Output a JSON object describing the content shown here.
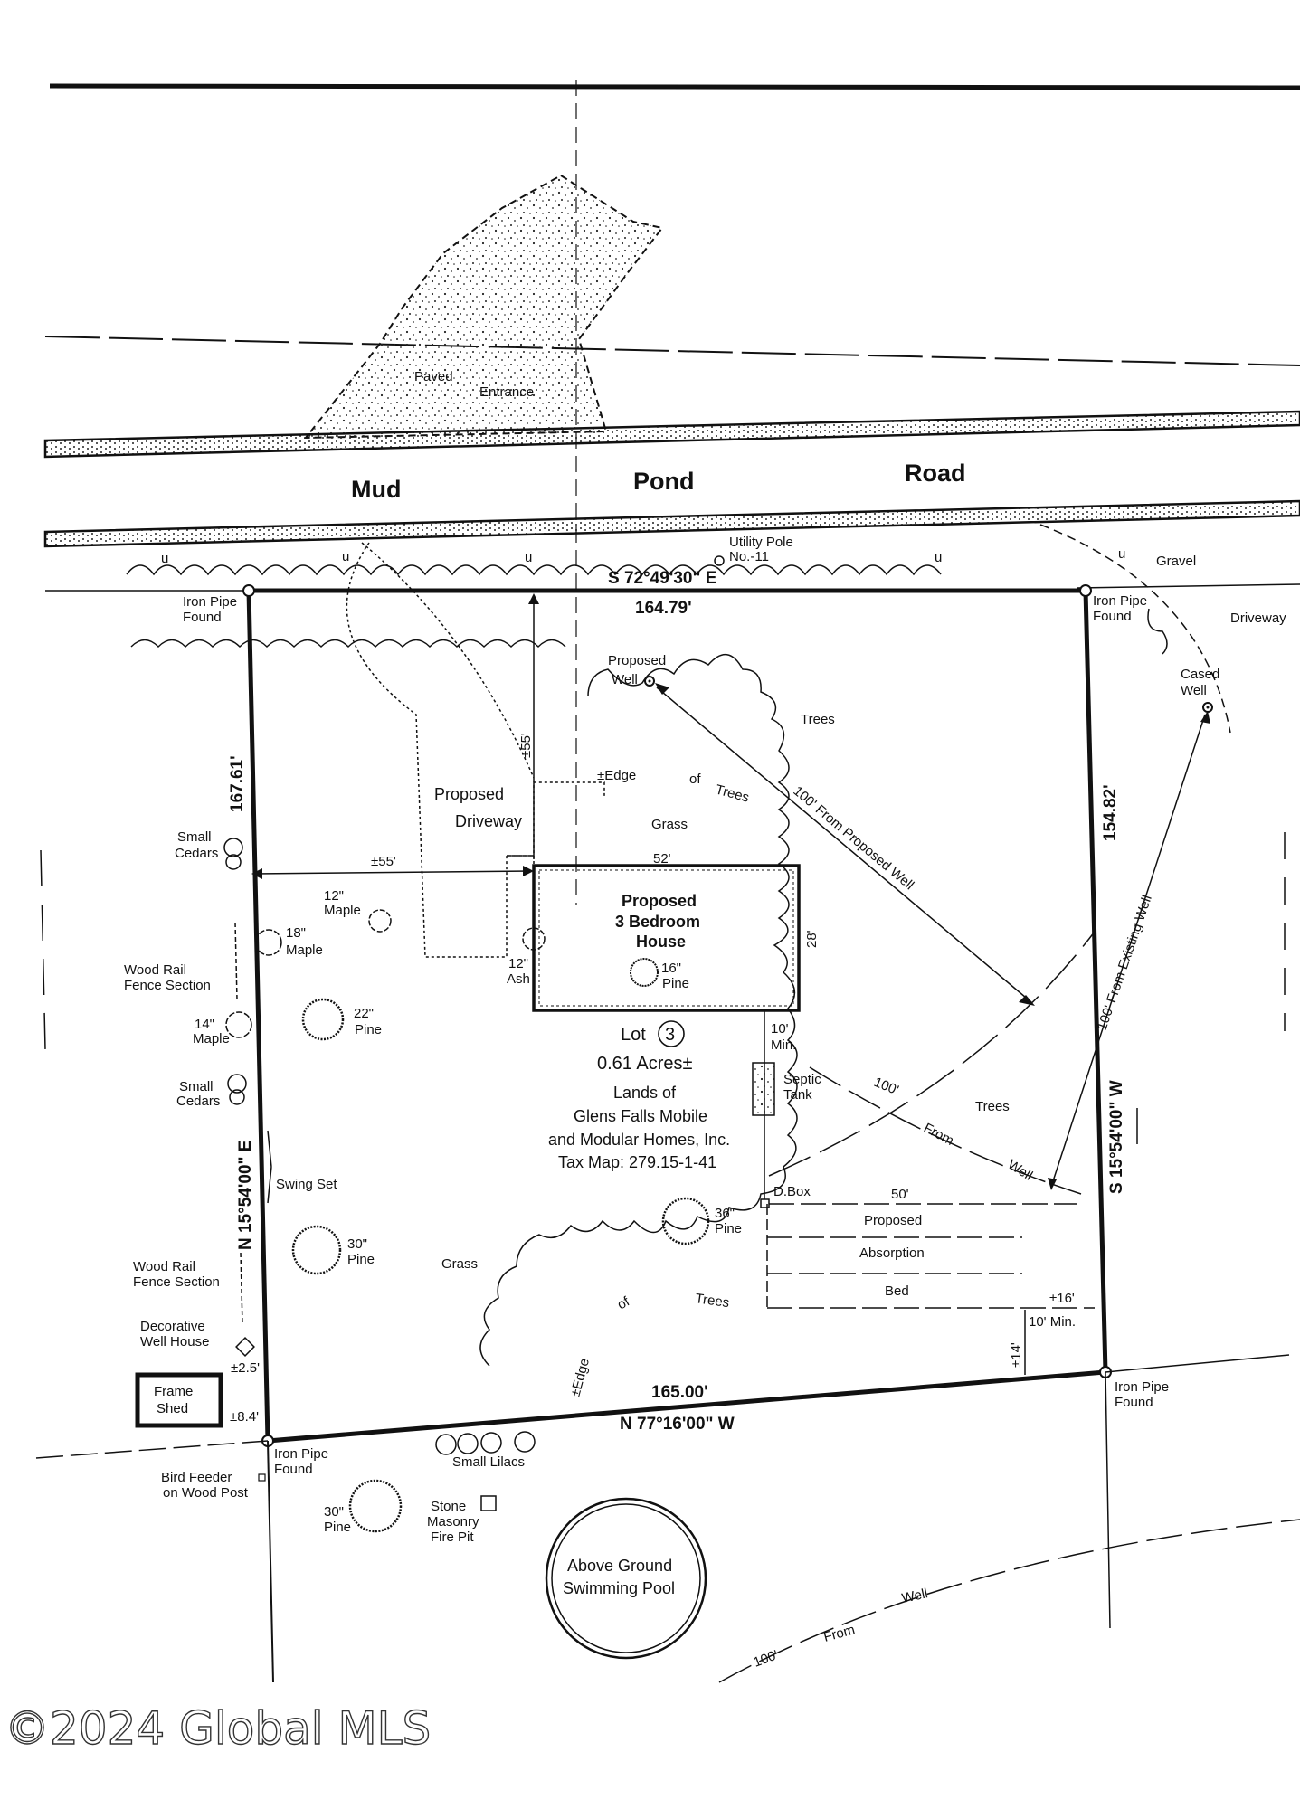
{
  "road": {
    "words": [
      "Mud",
      "Pond",
      "Road"
    ],
    "paved": "Paved",
    "entrance": "Entrance"
  },
  "utility": {
    "pole": "Utility Pole",
    "number": "No.-11",
    "u": "u",
    "gravel": "Gravel",
    "driveway": "Driveway"
  },
  "bearings": {
    "north": "S 72°49'30\" E",
    "north_len": "164.79'",
    "east": "S 15°54'00\" W",
    "east_len": "154.82'",
    "south": "N 77°16'00\" W",
    "south_len": "165.00'",
    "west": "N 15°54'00\" E",
    "west_len": "167.61'"
  },
  "corners": {
    "iron": "Iron Pipe",
    "found": "Found"
  },
  "wells": {
    "proposed": "Proposed",
    "well": "Well",
    "cased": "Cased",
    "from_proposed": "100'  From Proposed Well",
    "from_existing": "100'  From Existing Well",
    "radius_100": "100'",
    "from": "From"
  },
  "house": {
    "line1": "Proposed",
    "line2": "3 Bedroom",
    "line3": "House",
    "width": "52'",
    "depth": "28'",
    "pine": "16\"",
    "pine_lbl": "Pine"
  },
  "driveway": {
    "line1": "Proposed",
    "line2": "Driveway"
  },
  "dims": {
    "front_setback": "±55'",
    "side_setback": "±55'",
    "ten_min": "10'",
    "min": "Min.",
    "fifty": "50'",
    "sixteen": "±16'",
    "ten_min_b": "10' Min.",
    "fourteen": "±14'",
    "two5": "±2.5'",
    "eight4": "±8.4'"
  },
  "lot": {
    "lot": "Lot",
    "number": "3",
    "acres": "0.61 Acres±",
    "lands": "Lands of",
    "owner1": "Glens Falls Mobile",
    "owner2": "and Modular Homes, Inc.",
    "tax": "Tax Map:  279.15-1-41"
  },
  "septic": {
    "septic": "Septic",
    "tank": "Tank",
    "dbox": "D.Box",
    "prop": "Proposed",
    "absorption": "Absorption",
    "bed": "Bed"
  },
  "edge": {
    "edge": "±Edge",
    "of": "of",
    "trees": "Trees"
  },
  "labels": {
    "trees": "Trees",
    "grass": "Grass",
    "small": "Small",
    "cedars": "Cedars",
    "maple": "Maple",
    "ash": "Ash",
    "pine": "Pine",
    "m12": "12\"",
    "m18": "18\"",
    "m14": "14\"",
    "p22": "22\"",
    "p30": "30\"",
    "p36": "36\"",
    "a12": "12\"",
    "wood_rail": "Wood Rail",
    "fence": "Fence Section",
    "swing": "Swing Set",
    "deco": "Decorative",
    "wellhouse": "Well House",
    "frame": "Frame",
    "shed": "Shed",
    "bird": "Bird Feeder",
    "post": "on Wood Post",
    "lilacs": "Small Lilacs",
    "stone": "Stone",
    "masonry": "Masonry",
    "firepit": "Fire Pit",
    "pool1": "Above Ground",
    "pool2": "Swimming Pool"
  },
  "watermark": "©2024 Global MLS"
}
